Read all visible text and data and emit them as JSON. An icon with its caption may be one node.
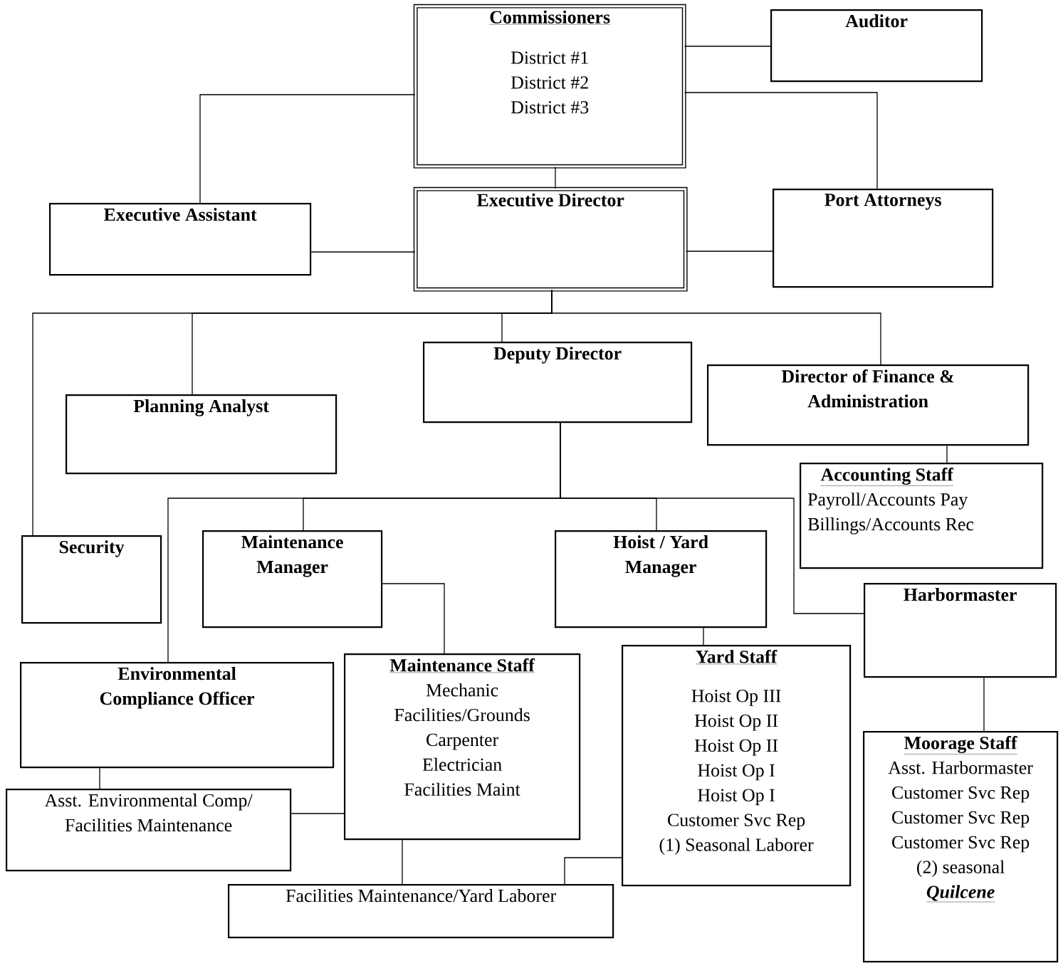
{
  "diagram": {
    "nodes": [
      {
        "text": [
          "Commissioners",
          "District #1",
          "District #2",
          "District #3"
        ]
      },
      {
        "text": [
          "Auditor"
        ]
      },
      {
        "text": [
          "Executive Assistant"
        ]
      },
      {
        "text": [
          "Executive Director"
        ]
      },
      {
        "text": [
          "Port Attorneys"
        ]
      },
      {
        "text": [
          "Deputy Director"
        ]
      },
      {
        "text": [
          "Planning Analyst"
        ]
      },
      {
        "text": [
          "Director of Finance & Administration"
        ]
      },
      {
        "text": [
          "Accounting Staff",
          "Payroll/Accounts Pay",
          "Billings/Accounts Rec"
        ]
      },
      {
        "text": [
          "Security"
        ]
      },
      {
        "text": [
          "Maintenance Manager"
        ]
      },
      {
        "text": [
          "Hoist / Yard Manager"
        ]
      },
      {
        "text": [
          "Harbormaster"
        ]
      },
      {
        "text": [
          "Environmental Compliance Officer"
        ]
      },
      {
        "text": [
          "Maintenance Staff",
          "Mechanic",
          "Facilities/Grounds",
          "Carpenter",
          "Electrician",
          "Facilities Maint"
        ]
      },
      {
        "text": [
          "Yard Staff",
          "Hoist Op III",
          "Hoist Op II",
          "Hoist Op II",
          "Hoist Op I",
          "Hoist Op I",
          "Customer Svc Rep",
          "(1) Seasonal Laborer"
        ]
      },
      {
        "text": [
          "Asst. Environmental Comp/ Facilities Maintenance"
        ]
      },
      {
        "text": [
          "Moorage Staff",
          "Asst. Harbormaster",
          "Customer Svc Rep",
          "Customer Svc Rep",
          "Customer Svc Rep",
          "(2) seasonal",
          "Quilcene"
        ]
      },
      {
        "text": [
          "Facilities Maintenance/Yard Laborer"
        ]
      }
    ],
    "edges": [
      {
        "from": 0,
        "to": 1,
        "arrow": "none"
      },
      {
        "from": 0,
        "to": 2,
        "arrow": "none"
      },
      {
        "from": 0,
        "to": 4,
        "arrow": "none"
      },
      {
        "from": 0,
        "to": 3,
        "arrow": "none"
      },
      {
        "from": 3,
        "to": 2,
        "arrow": "none"
      },
      {
        "from": 3,
        "to": 4,
        "arrow": "none"
      },
      {
        "from": 3,
        "to": 9,
        "arrow": "none"
      },
      {
        "from": 3,
        "to": 6,
        "arrow": "none"
      },
      {
        "from": 3,
        "to": 5,
        "arrow": "none"
      },
      {
        "from": 3,
        "to": 7,
        "arrow": "none"
      },
      {
        "from": 7,
        "to": 8,
        "arrow": "none"
      },
      {
        "from": 5,
        "to": 13,
        "arrow": "none"
      },
      {
        "from": 5,
        "to": 10,
        "arrow": "none"
      },
      {
        "from": 5,
        "to": 11,
        "arrow": "none"
      },
      {
        "from": 5,
        "to": 12,
        "arrow": "none"
      },
      {
        "from": 10,
        "to": 14,
        "arrow": "none"
      },
      {
        "from": 13,
        "to": 16,
        "arrow": "none"
      },
      {
        "from": 16,
        "to": 14,
        "arrow": "none"
      },
      {
        "from": 14,
        "to": 18,
        "arrow": "none"
      },
      {
        "from": 15,
        "to": 18,
        "arrow": "none"
      },
      {
        "from": 11,
        "to": 15,
        "arrow": "none"
      },
      {
        "from": 12,
        "to": 17,
        "arrow": "none"
      }
    ]
  }
}
